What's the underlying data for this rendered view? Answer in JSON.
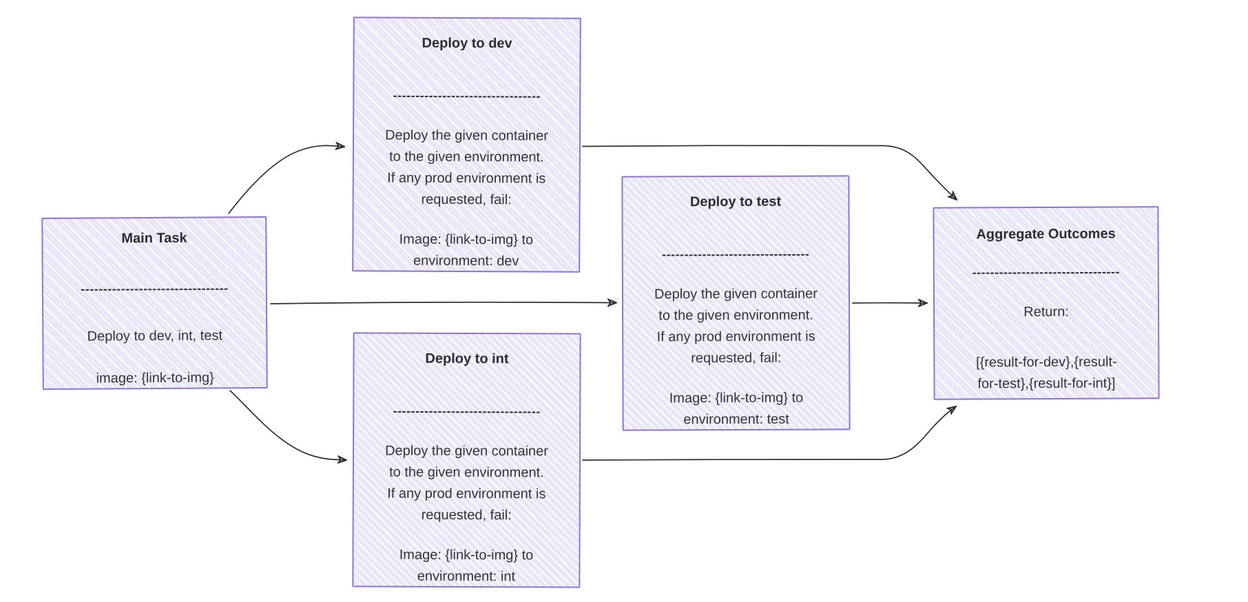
{
  "diagram": {
    "type": "flowchart",
    "direction": "left-to-right",
    "colors": {
      "background": "#ffffff",
      "node_fill": "#ecebfa",
      "node_border": "#9273d4",
      "text": "#333333",
      "arrow": "#2e2e2e"
    }
  },
  "nodes": {
    "main": {
      "title": "Main Task",
      "divider": "---------------------------------",
      "body": "Deploy to dev, int, test",
      "footer": "image: {link-to-img}"
    },
    "dev": {
      "title": "Deploy to dev",
      "divider": "---------------------------------",
      "body": "Deploy the given container\nto the given environment.\nIf any prod environment is\nrequested, fail:",
      "footer": "Image: {link-to-img} to\nenvironment: dev"
    },
    "test": {
      "title": "Deploy to test",
      "divider": "---------------------------------",
      "body": "Deploy the given container\nto the given environment.\nIf any prod environment is\nrequested, fail:",
      "footer": "Image: {link-to-img} to\nenvironment: test"
    },
    "int": {
      "title": "Deploy to int",
      "divider": "---------------------------------",
      "body": "Deploy the given container\nto the given environment.\nIf any prod environment is\nrequested, fail:",
      "footer": "Image: {link-to-img} to\nenvironment: int"
    },
    "aggregate": {
      "title": "Aggregate Outcomes",
      "divider": "---------------------------------",
      "body": "Return:",
      "footer": "[{result-for-dev},{result-\nfor-test},{result-for-int}]"
    }
  },
  "edges": [
    {
      "from": "Main Task",
      "to": "Deploy to dev"
    },
    {
      "from": "Main Task",
      "to": "Deploy to test"
    },
    {
      "from": "Main Task",
      "to": "Deploy to int"
    },
    {
      "from": "Deploy to dev",
      "to": "Aggregate Outcomes"
    },
    {
      "from": "Deploy to test",
      "to": "Aggregate Outcomes"
    },
    {
      "from": "Deploy to int",
      "to": "Aggregate Outcomes"
    }
  ]
}
